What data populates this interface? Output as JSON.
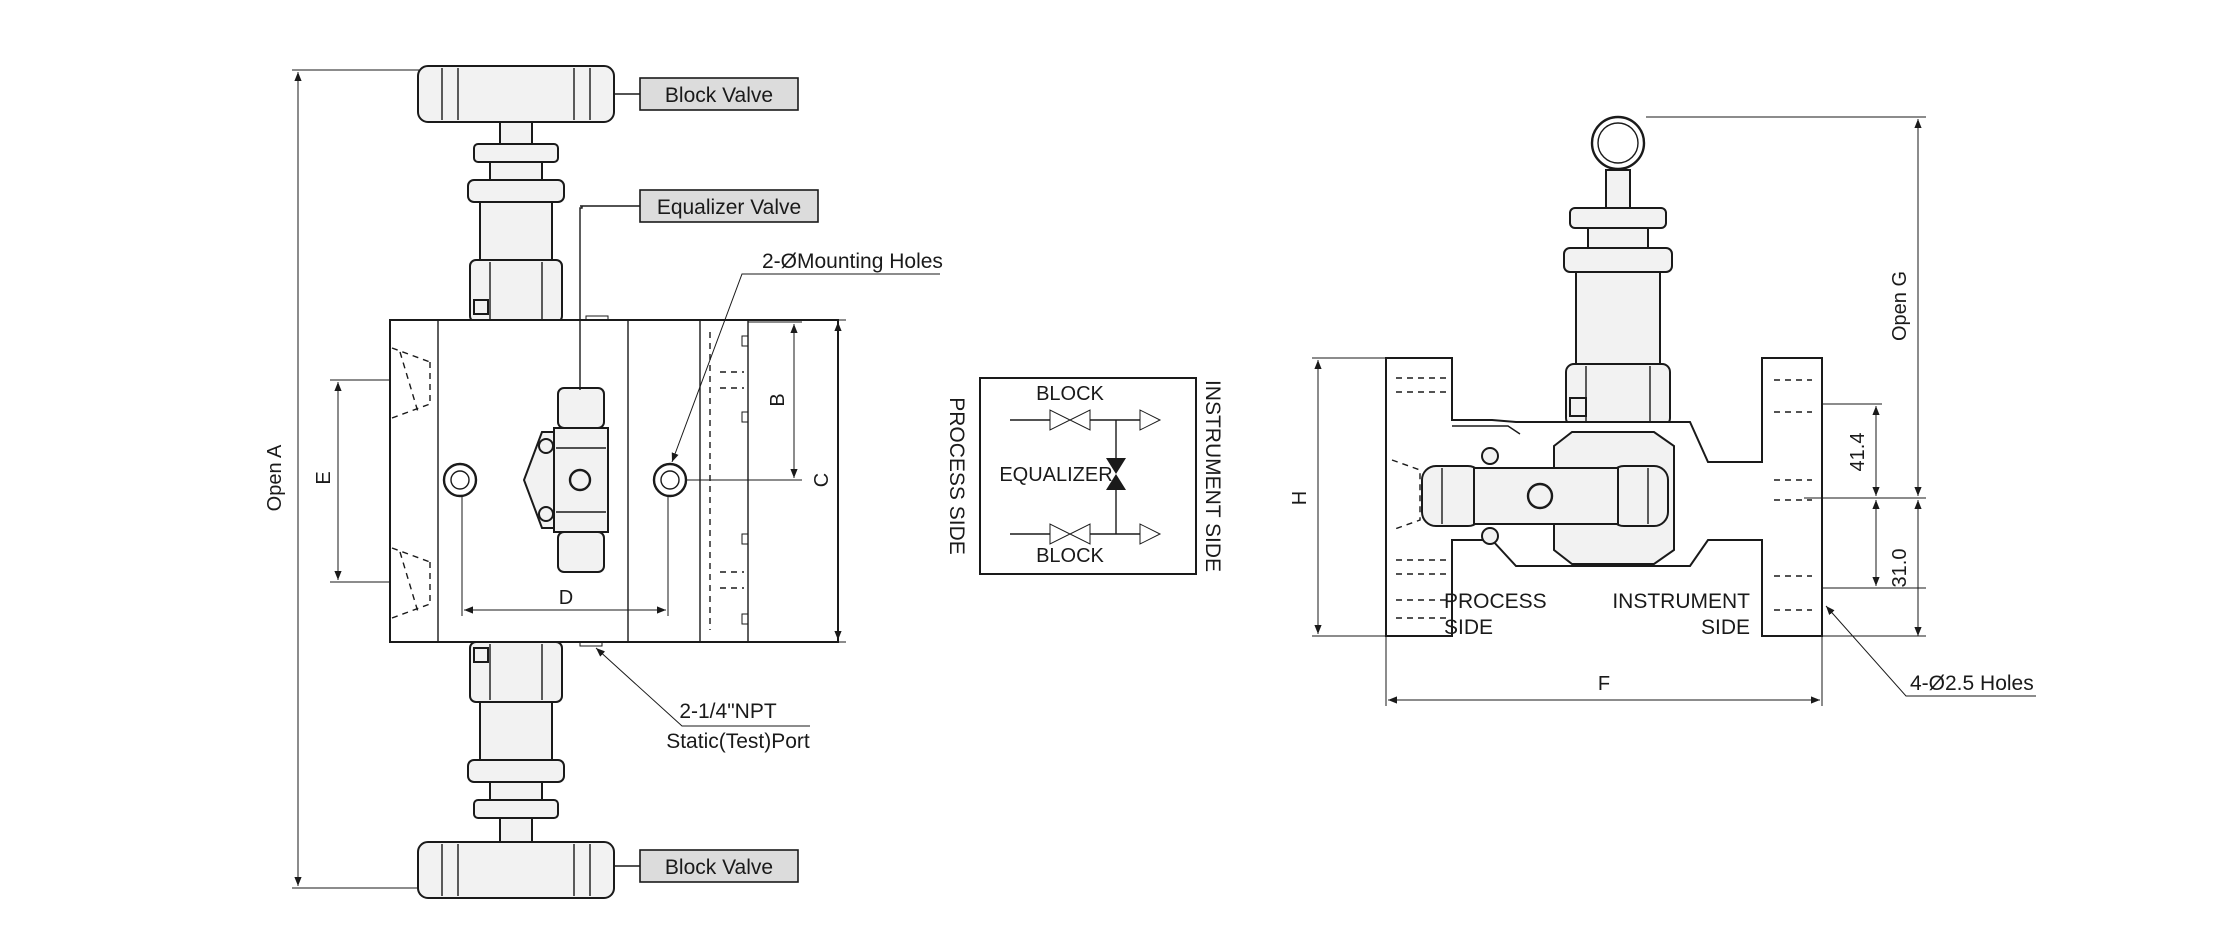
{
  "labels": {
    "block_valve_top": "Block Valve",
    "block_valve_bottom": "Block Valve",
    "equalizer_valve": "Equalizer Valve",
    "mounting_holes": "2-ØMounting Holes",
    "npt_line1": "2-1/4\"NPT",
    "npt_line2": "Static(Test)Port",
    "holes_4": "4-Ø2.5 Holes"
  },
  "dimensions": {
    "open_a": "Open A",
    "e": "E",
    "b": "B",
    "c": "C",
    "d": "D",
    "h": "H",
    "f": "F",
    "open_g": "Open G",
    "dim_41_4": "41.4",
    "dim_31_0": "31.0"
  },
  "schematic": {
    "block_top": "BLOCK",
    "block_bottom": "BLOCK",
    "equalizer": "EQUALIZER",
    "process_side": "PROCESS SIDE",
    "instrument_side": "INSTRUMENT SIDE"
  },
  "side_view": {
    "process_side_line1": "PROCESS",
    "process_side_line2": "SIDE",
    "instrument_side_line1": "INSTRUMENT",
    "instrument_side_line2": "SIDE"
  }
}
